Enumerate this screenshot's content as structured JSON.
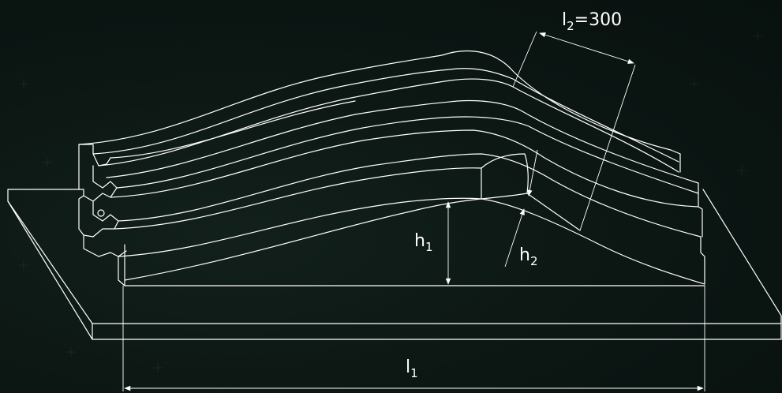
{
  "labels": {
    "l2": {
      "main": "l",
      "sub": "2",
      "value": "=300"
    },
    "h1": {
      "main": "h",
      "sub": "1"
    },
    "h2": {
      "main": "h",
      "sub": "2"
    },
    "l1": {
      "main": "l",
      "sub": "1"
    }
  }
}
